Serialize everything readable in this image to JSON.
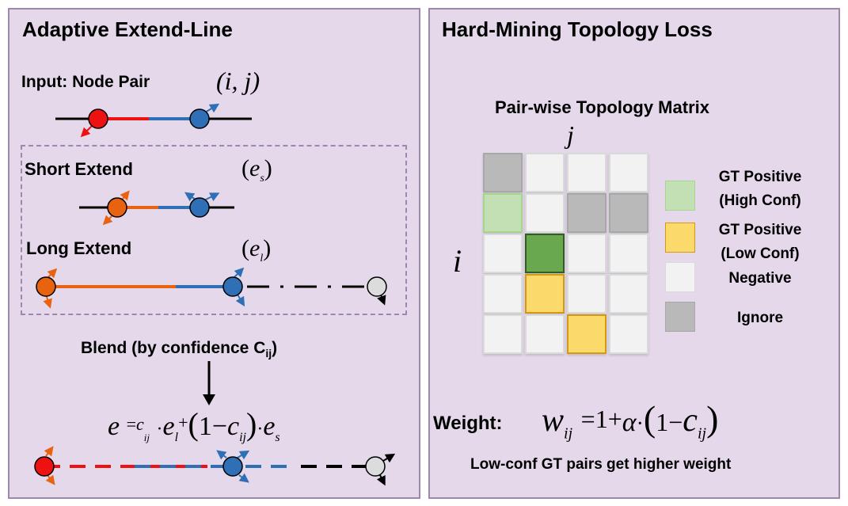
{
  "left_panel": {
    "title": "Adaptive Extend-Line",
    "input_label": "Input: Node Pair",
    "input_math": "(i, j)",
    "short_label": "Short Extend",
    "short_math_base": "e",
    "short_math_sub": "s",
    "long_label": "Long Extend",
    "long_math_base": "e",
    "long_math_sub": "l",
    "blend_label": "Blend (by confidence C",
    "blend_sub": "ij",
    "blend_close": ")",
    "formula": {
      "lhs": "e",
      "eq": "=",
      "c1": "c",
      "c1_sub": "ij",
      "dot1": "·",
      "el": "e",
      "el_sub": "l",
      "plus": "+",
      "paren_open": "(",
      "one": "1",
      "minus": "−",
      "c2": "c",
      "c2_sub": "ij",
      "paren_close": ")",
      "dot2": "·",
      "es": "e",
      "es_sub": "s"
    }
  },
  "right_panel": {
    "title": "Hard-Mining Topology Loss",
    "matrix_title": "Pair-wise Topology Matrix",
    "col_axis": "j",
    "row_axis": "i",
    "matrix": [
      [
        "ignore",
        "negative",
        "negative",
        "negative"
      ],
      [
        "pos_high",
        "negative",
        "ignore",
        "ignore"
      ],
      [
        "negative",
        "pos_dark",
        "negative",
        "negative"
      ],
      [
        "negative",
        "pos_low",
        "negative",
        "negative"
      ],
      [
        "negative",
        "negative",
        "pos_low",
        "negative"
      ]
    ],
    "colors": {
      "ignore": "#b9b9b9",
      "negative": "#f2f2f2",
      "pos_high": "#c2e0b4",
      "pos_dark": "#6aa84f",
      "pos_low": "#fbd96b",
      "node_red": "#ee1111",
      "node_orange": "#e8620f",
      "node_blue": "#2f6fb5",
      "node_gray": "#dcdcdc"
    },
    "legend": [
      {
        "key": "pos_high",
        "line1": "GT Positive",
        "line2": "(High Conf)"
      },
      {
        "key": "pos_low",
        "line1": "GT Positive",
        "line2": "(Low Conf)"
      },
      {
        "key": "negative",
        "line1": "Negative",
        "line2": ""
      },
      {
        "key": "ignore",
        "line1": "Ignore",
        "line2": ""
      }
    ],
    "weight_label": "Weight:",
    "weight_formula": {
      "w": "w",
      "w_sub": "ij",
      "eq": "=",
      "one": "1",
      "plus": "+",
      "alpha": "α",
      "dot": "·",
      "paren_open": "(",
      "one2": "1",
      "minus": "−",
      "c": "c",
      "c_sub": "ij",
      "paren_close": ")"
    },
    "caption": "Low-conf GT pairs get higher weight"
  }
}
